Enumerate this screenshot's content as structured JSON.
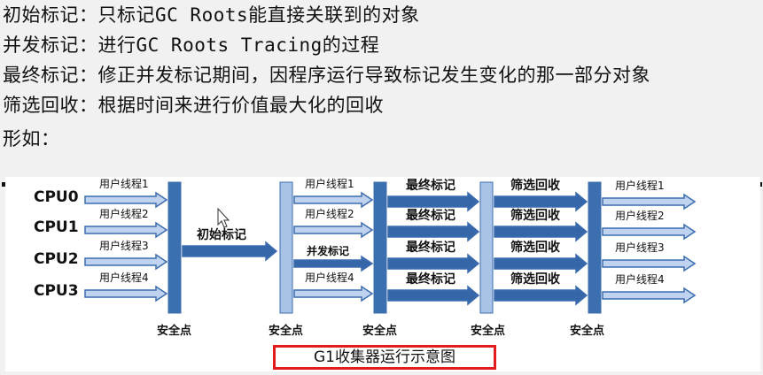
{
  "lines": [
    "初始标记：只标记GC Roots能直接关联到的对象",
    "并发标记：进行GC Roots Tracing的过程",
    "最终标记：修正并发标记期间，因程序运行导致标记发生变化的那一部分对象",
    "筛选回收：根据时间来进行价值最大化的回收",
    "形如："
  ],
  "diagram": {
    "cpus": [
      "CPU0",
      "CPU1",
      "CPU2",
      "CPU3"
    ],
    "user_thread_labels": [
      "用户线程1",
      "用户线程2",
      "用户线程3",
      "用户线程4"
    ],
    "initial_mark": "初始标记",
    "concurrent_mark": "并发标记",
    "final_mark": "最终标记",
    "filter_recycle": "筛选回收",
    "safepoint": "安全点",
    "caption": "G1收集器运行示意图"
  },
  "colors": {
    "bar_dark": "#3b6fb0",
    "bar_light": "#a9c3e6",
    "arrow_fill_light": "#bfd3ef",
    "arrow_fill_dark": "#3567a8",
    "arrow_stroke": "#3c6db0",
    "caption_border": "#e21c1c"
  }
}
